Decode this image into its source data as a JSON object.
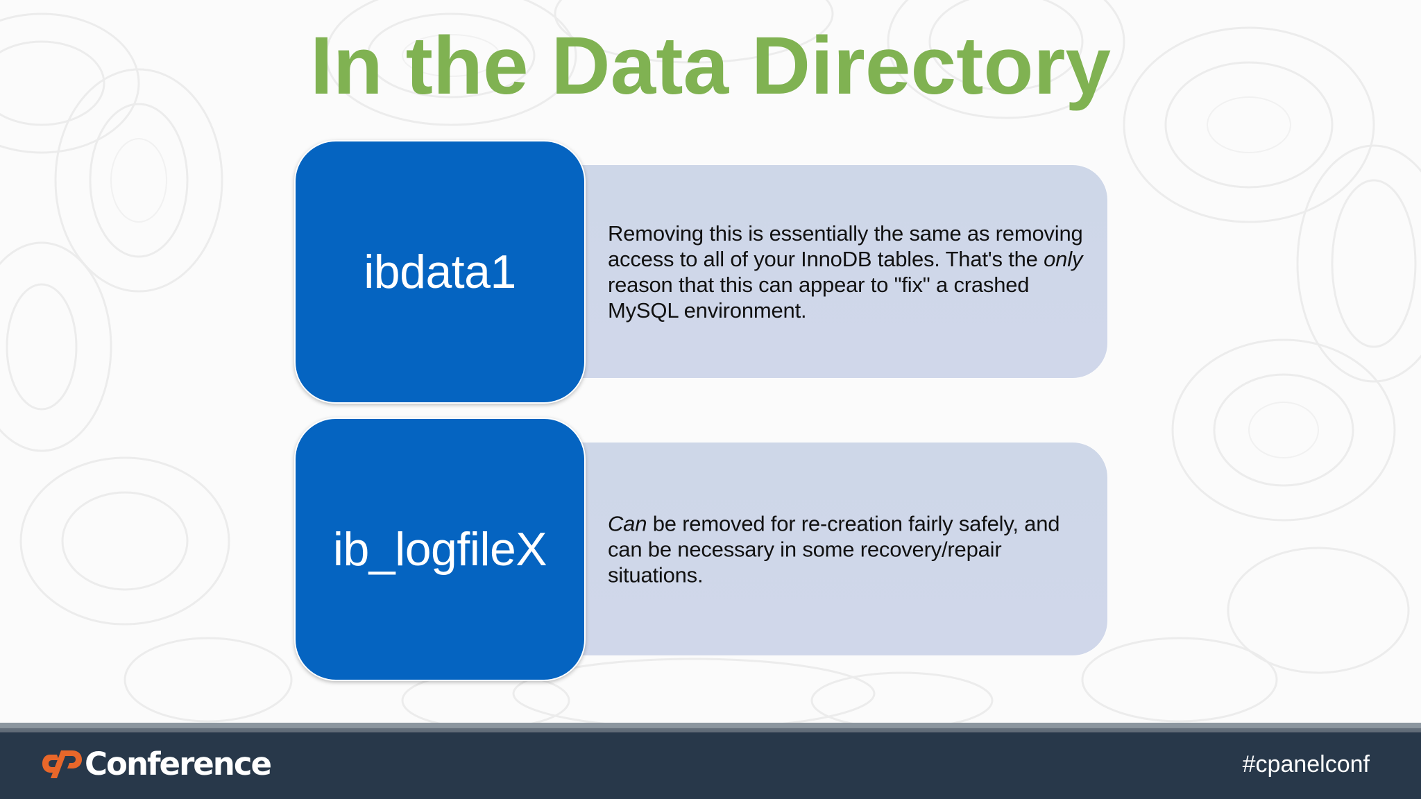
{
  "slide": {
    "title": "In the Data Directory",
    "colors": {
      "title": "#80b252",
      "term_box": "#0564c1",
      "desc_panel": "#cfd7e9",
      "footer_bar": "#28384a",
      "logo_accent": "#e8672a"
    }
  },
  "items": [
    {
      "term": "ibdata1",
      "description": {
        "before": "Removing this is essentially the same as removing access to all of your InnoDB tables. That's the ",
        "emphasis": "only",
        "after": " reason that this can appear to \"fix\" a crashed MySQL environment."
      }
    },
    {
      "term": "ib_logfileX",
      "description": {
        "before": "",
        "emphasis": "Can",
        "after": " be removed for re-creation fairly safely, and can be necessary in some recovery/repair situations."
      }
    }
  ],
  "footer": {
    "logo_mark": "cP",
    "logo_text": "Conference",
    "hashtag": "#cpanelconf"
  }
}
